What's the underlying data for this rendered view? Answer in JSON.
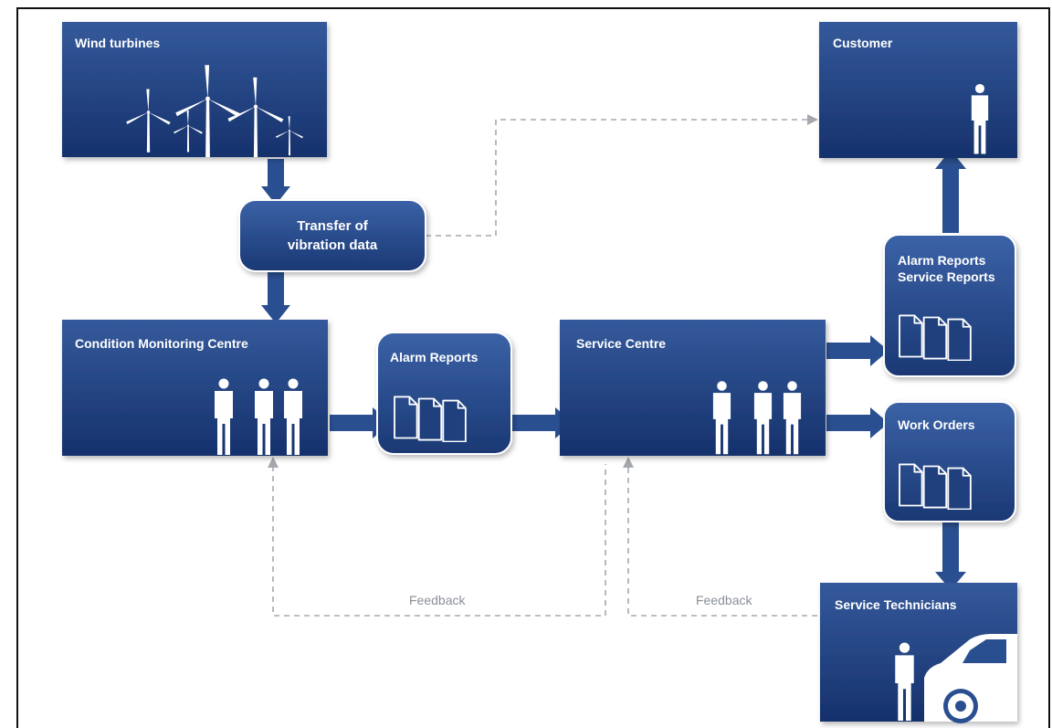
{
  "nodes": {
    "wind_turbines": "Wind turbines",
    "transfer": [
      "Transfer of",
      "vibration data"
    ],
    "customer": "Customer",
    "condition_monitoring": "Condition Monitoring Centre",
    "alarm_reports": "Alarm Reports",
    "service_centre": "Service Centre",
    "alarm_service_reports": [
      "Alarm Reports",
      "Service Reports"
    ],
    "work_orders": "Work Orders",
    "service_technicians": "Service Technicians"
  },
  "feedback": {
    "left": "Feedback",
    "right": "Feedback"
  },
  "colors": {
    "box_top": "#2f5597",
    "box_bottom": "#17336f",
    "arrow": "#2a4f90",
    "dashed": "#a5a8ad",
    "label": "#8a8f98"
  },
  "icons": [
    "wind-turbine-icon",
    "person-icon",
    "document-icon",
    "van-icon"
  ]
}
